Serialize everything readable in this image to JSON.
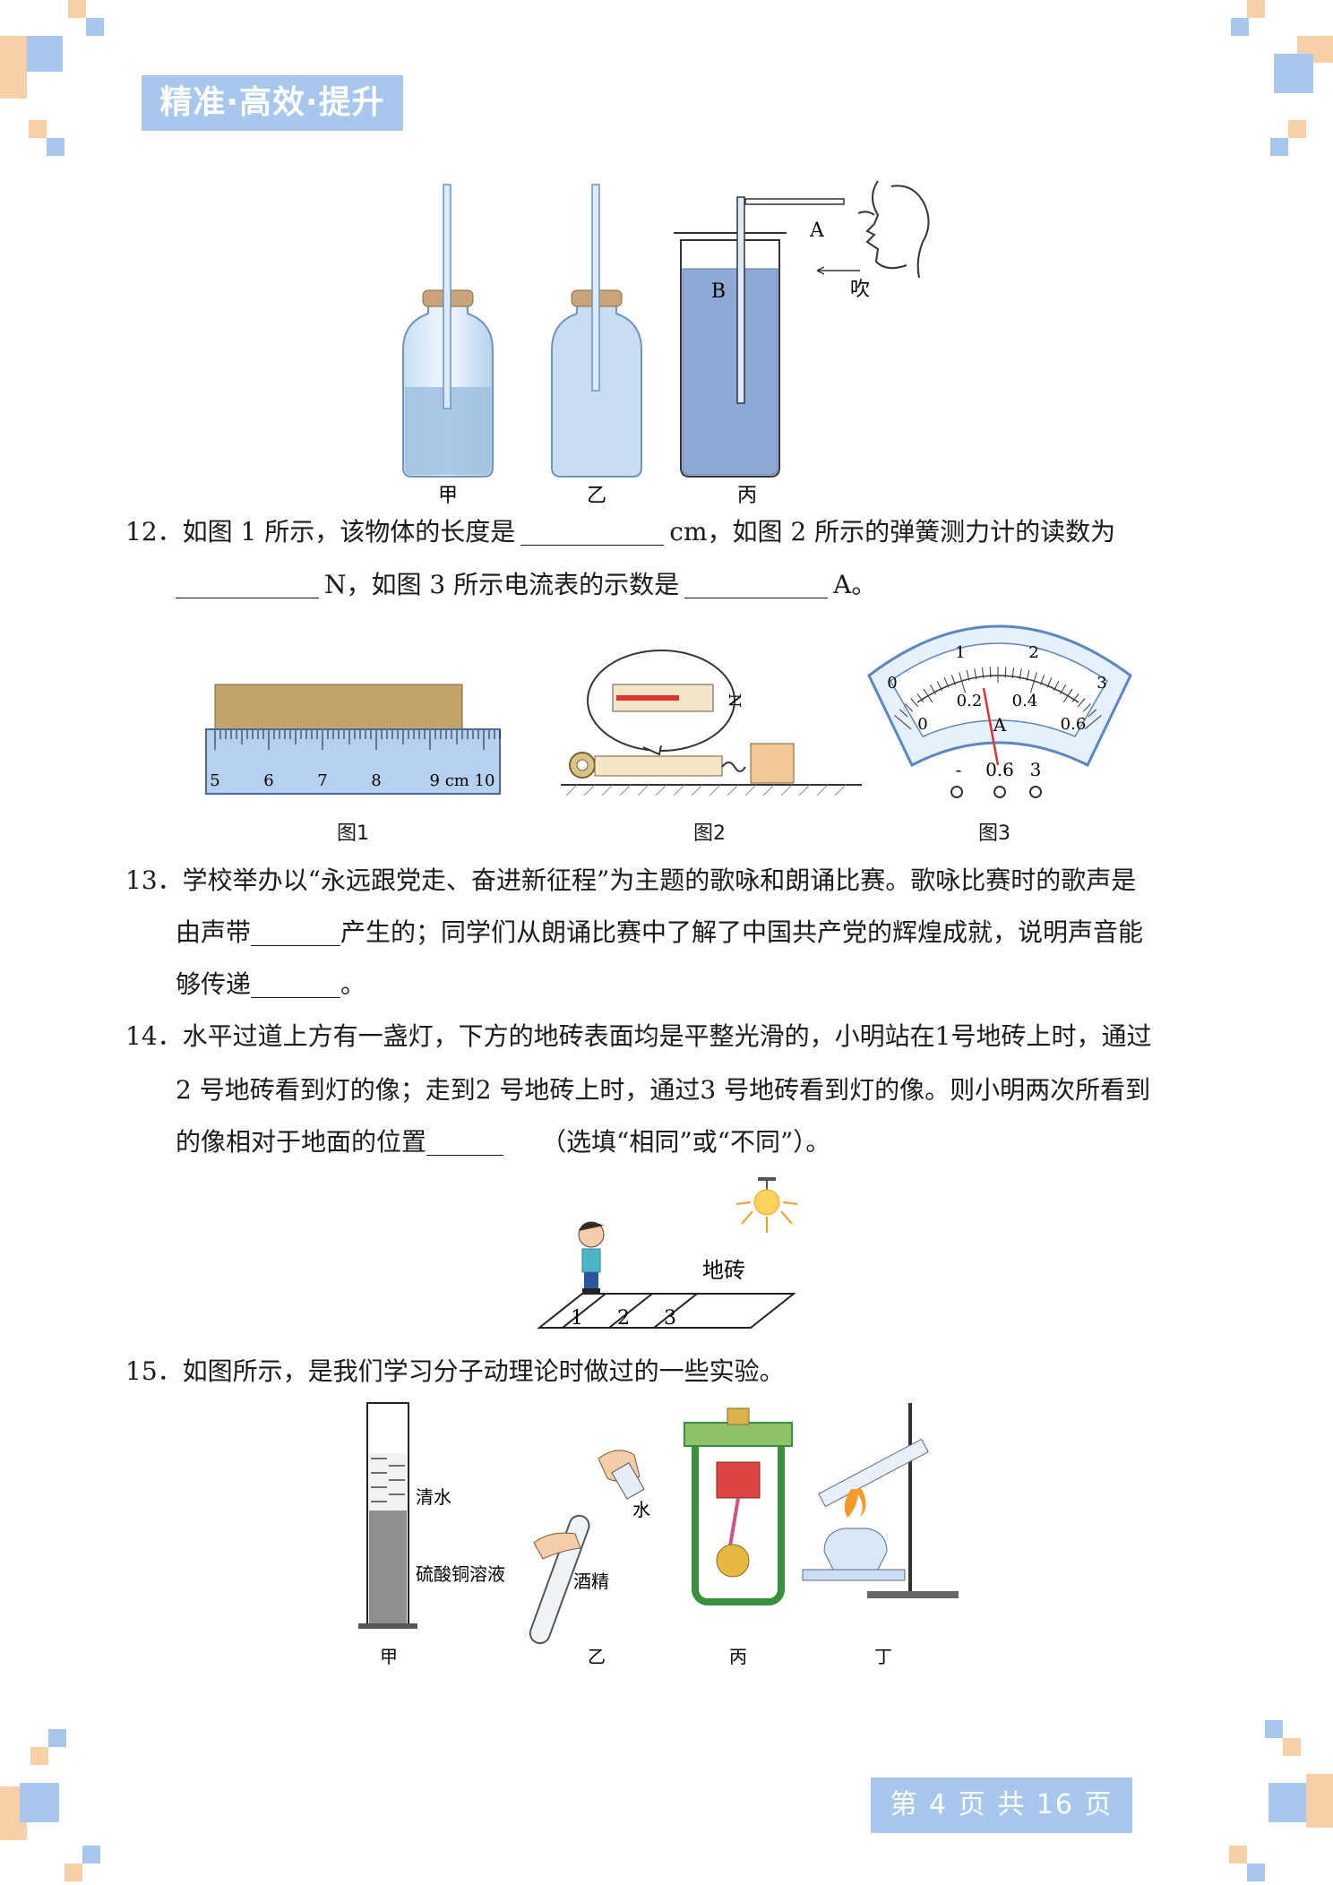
{
  "header": {
    "banner": "精准·高效·提升"
  },
  "fig_top": {
    "labels": [
      "甲",
      "乙",
      "丙"
    ],
    "label_a": "A",
    "label_b": "B",
    "blow": "吹"
  },
  "q12": {
    "num": "12．",
    "part1": "如图 1 所示，该物体的长度是",
    "unit1": "cm，如图 2 所示的弹簧测力计的读数为",
    "unit2": "N，如图 3 所示电流表的示数是",
    "unit3": "A。",
    "fig1": {
      "caption": "图1",
      "ticks": [
        "5",
        "6",
        "7",
        "8",
        "9 cm 10"
      ]
    },
    "fig2": {
      "caption": "图2",
      "unit": "N"
    },
    "fig3": {
      "caption": "图3",
      "top_scale": [
        "0",
        "1",
        "2",
        "3"
      ],
      "bottom_scale": [
        "0",
        "0.2",
        "0.4",
        "0.6"
      ],
      "unit": "A",
      "terminals": [
        "-",
        "0.6",
        "3"
      ]
    }
  },
  "q13": {
    "num": "13．",
    "line1": "学校举办以“永远跟党走、奋进新征程”为主题的歌咏和朗诵比赛。歌咏比赛时的歌声是",
    "line2a": "由声带",
    "line2b": "产生的；同学们从朗诵比赛中了解了中国共产党的辉煌成就，说明声音能",
    "line3a": "够传递",
    "line3b": "。"
  },
  "q14": {
    "num": "14．",
    "line1": "水平过道上方有一盏灯，下方的地砖表面均是平整光滑的，小明站在1号地砖上时，通过",
    "line2": "2 号地砖看到灯的像；走到2 号地砖上时，通过3 号地砖看到灯的像。则小明两次所看到",
    "line3a": "的像相对于地面的位置",
    "line3b": "（选填“相同”或“不同”）。",
    "fig": {
      "label": "地砖",
      "tiles": [
        "1",
        "2",
        "3"
      ]
    }
  },
  "q15": {
    "num": "15．",
    "text": "如图所示，是我们学习分子动理论时做过的一些实验。",
    "fig": {
      "captions": [
        "甲",
        "乙",
        "丙",
        "丁"
      ],
      "water_label": "清水",
      "solution_label": "硫酸铜溶液",
      "water2": "水",
      "alcohol": "酒精"
    }
  },
  "footer": {
    "page": "第 4 页 共 16 页"
  }
}
